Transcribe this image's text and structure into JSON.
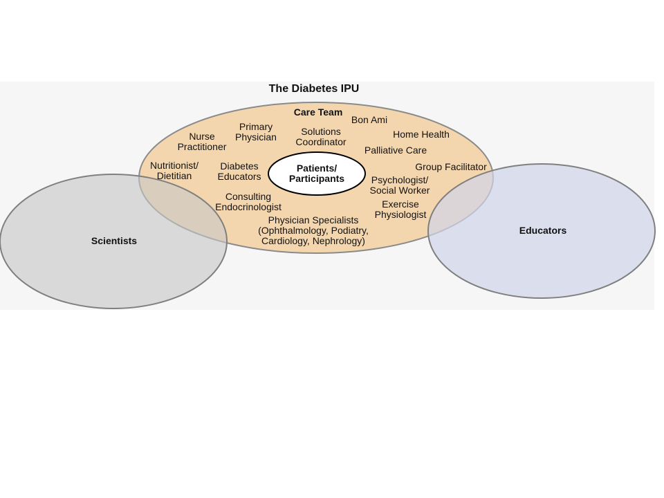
{
  "title": "The Diabetes IPU",
  "colors": {
    "care_team_fill": "#f4d6ae",
    "care_team_stroke": "#8a8a8a",
    "scientists_fill": "#c6c6c6",
    "educators_fill": "#d0d4ea",
    "outline": "#7f7f7f",
    "core_fill": "#ffffff",
    "core_stroke": "#000000"
  },
  "care_team": {
    "heading": "Care Team",
    "core": [
      "Patients/",
      "Participants"
    ],
    "members": [
      {
        "lines": [
          "Bon Ami"
        ]
      },
      {
        "lines": [
          "Primary",
          "Physician"
        ]
      },
      {
        "lines": [
          "Solutions",
          "Coordinator"
        ]
      },
      {
        "lines": [
          "Home Health"
        ]
      },
      {
        "lines": [
          "Nurse",
          "Practitioner"
        ]
      },
      {
        "lines": [
          "Palliative Care"
        ]
      },
      {
        "lines": [
          "Nutritionist/",
          "Dietitian"
        ]
      },
      {
        "lines": [
          "Diabetes",
          "Educators"
        ]
      },
      {
        "lines": [
          "Group Facilitator"
        ]
      },
      {
        "lines": [
          "Psychologist/",
          "Social Worker"
        ]
      },
      {
        "lines": [
          "Consulting",
          "Endocrinologist"
        ]
      },
      {
        "lines": [
          "Exercise",
          "Physiologist"
        ]
      },
      {
        "lines": [
          "Physician Specialists",
          "(Ophthalmology, Podiatry,",
          "Cardiology, Nephrology)"
        ]
      }
    ]
  },
  "groups": {
    "scientists": "Scientists",
    "educators": "Educators"
  }
}
